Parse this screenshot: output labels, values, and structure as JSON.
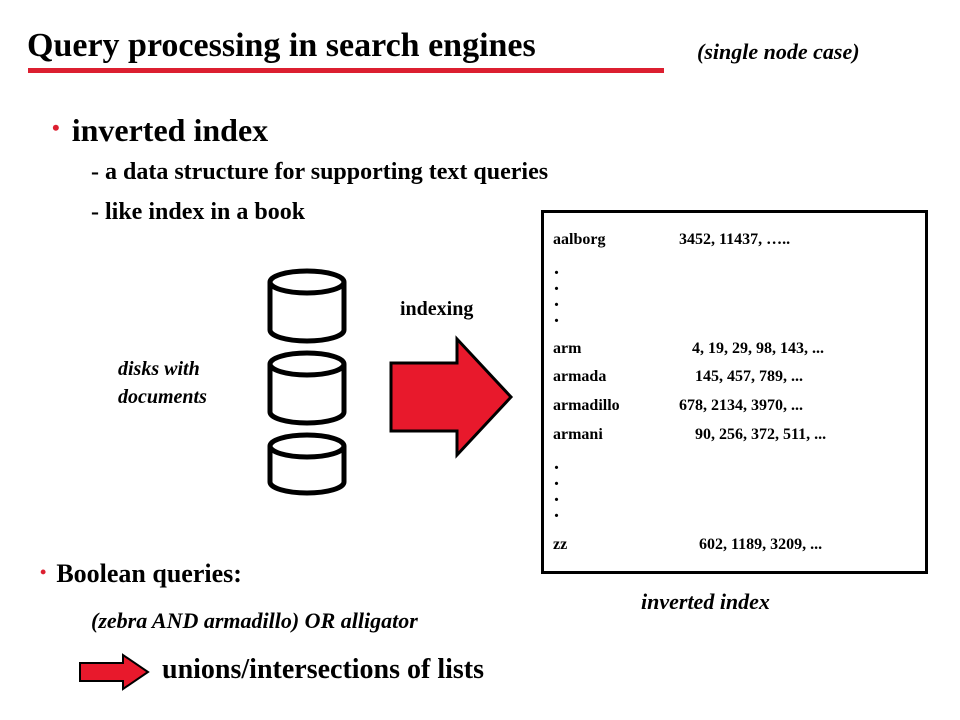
{
  "title": "Query processing in search engines",
  "subtitle": "(single node case)",
  "bullet1": {
    "heading": "inverted index",
    "points": [
      "- a data structure for supporting text queries",
      "- like index in a book"
    ]
  },
  "diagram": {
    "disks_label_line1": "disks with",
    "disks_label_line2": "documents",
    "indexing_label": "indexing",
    "index_caption": "inverted index",
    "entries": {
      "first": {
        "term": "aalborg",
        "postings": "3452,  11437,  ….."
      },
      "arm": {
        "term": "arm",
        "postings": "4,  19,  29,  98,  143,  ..."
      },
      "armada": {
        "term": "armada",
        "postings": "145,  457,  789,  ..."
      },
      "armadillo": {
        "term": "armadillo",
        "postings": "678,  2134,  3970,  ..."
      },
      "armani": {
        "term": "armani",
        "postings": "90,  256,  372,  511,  ..."
      },
      "last": {
        "term": "zz",
        "postings": "602,  1189,  3209,  ..."
      }
    },
    "ellipsis_dot": "."
  },
  "bullet2": {
    "heading": "Boolean queries:",
    "query": "(zebra AND armadillo) OR alligator",
    "result": "unions/intersections  of lists"
  },
  "bullet_symbol": "•",
  "colors": {
    "accent": "#dc1f30",
    "text": "#000000",
    "background": "#ffffff"
  }
}
